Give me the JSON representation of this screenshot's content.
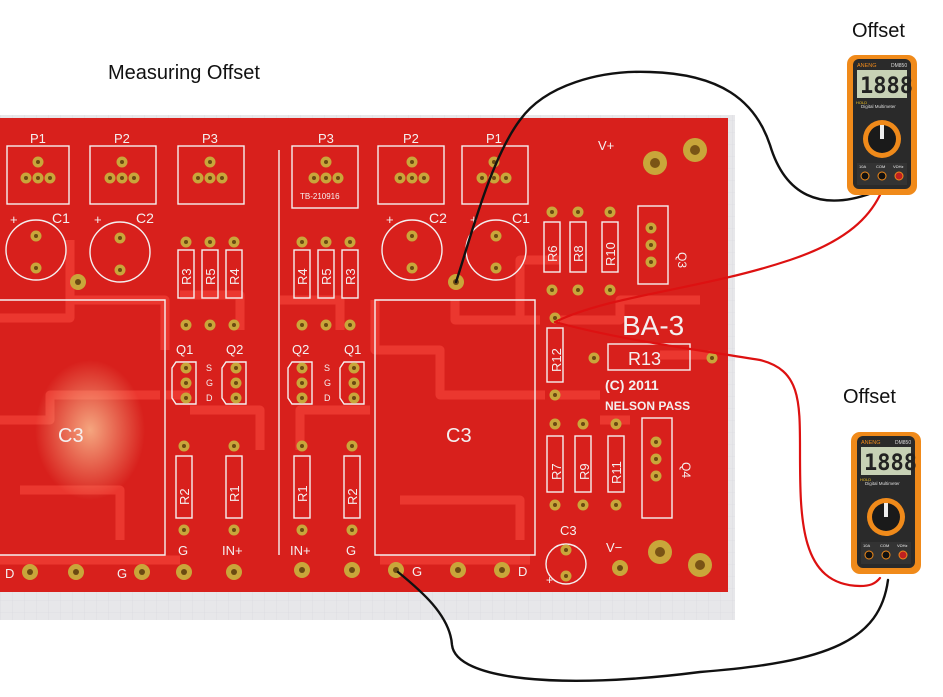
{
  "annotation": {
    "title": "Measuring Offset",
    "meter_label_top": "Offset",
    "meter_label_bottom": "Offset"
  },
  "multimeter": {
    "brand": "ANENG",
    "model": "DM850",
    "reading": "1888",
    "subtitle": "Digital Multimeter",
    "hold_label": "HOLD",
    "ports": [
      "10A",
      "COM",
      "VΩHz"
    ]
  },
  "board": {
    "name": "BA-3",
    "copyright": "(C) 2011",
    "author": "NELSON PASS",
    "code": "TB-210916",
    "left_channel": {
      "pots": [
        "P1",
        "P2",
        "P3"
      ],
      "caps": [
        "C1",
        "C2"
      ],
      "resistors": [
        "R3",
        "R5",
        "R4",
        "R2",
        "R1"
      ],
      "transistors": [
        "Q1",
        "Q2"
      ],
      "pin_letters": [
        "S",
        "G",
        "D"
      ],
      "big_cap": "C3",
      "pads": [
        "D",
        "G",
        "G",
        "IN+"
      ]
    },
    "right_channel": {
      "pots": [
        "P3",
        "P2",
        "P1"
      ],
      "caps": [
        "C2",
        "C1"
      ],
      "resistors": [
        "R4",
        "R5",
        "R3",
        "R1",
        "R2"
      ],
      "transistors": [
        "Q2",
        "Q1"
      ],
      "pin_letters": [
        "S",
        "G",
        "D"
      ],
      "big_cap": "C3",
      "pads": [
        "IN+",
        "G",
        "G",
        "D"
      ]
    },
    "psu": {
      "resistors": [
        "R6",
        "R8",
        "R10",
        "R12",
        "R13",
        "R7",
        "R9",
        "R11"
      ],
      "transistors": [
        "Q3",
        "Q4"
      ],
      "cap": "C3",
      "rails": [
        "V+",
        "V−"
      ],
      "cap_plus": "+",
      "cap_marks": [
        "+",
        "+",
        "+",
        "+"
      ]
    }
  },
  "colors": {
    "pcb": "#d8201c",
    "trace": "#ee3a32",
    "pad": "#c9a63a",
    "silkscreen": "#f4f0f0",
    "probe_red": "#dd1111",
    "probe_black": "#111111",
    "meter_body": "#f08a1a"
  }
}
